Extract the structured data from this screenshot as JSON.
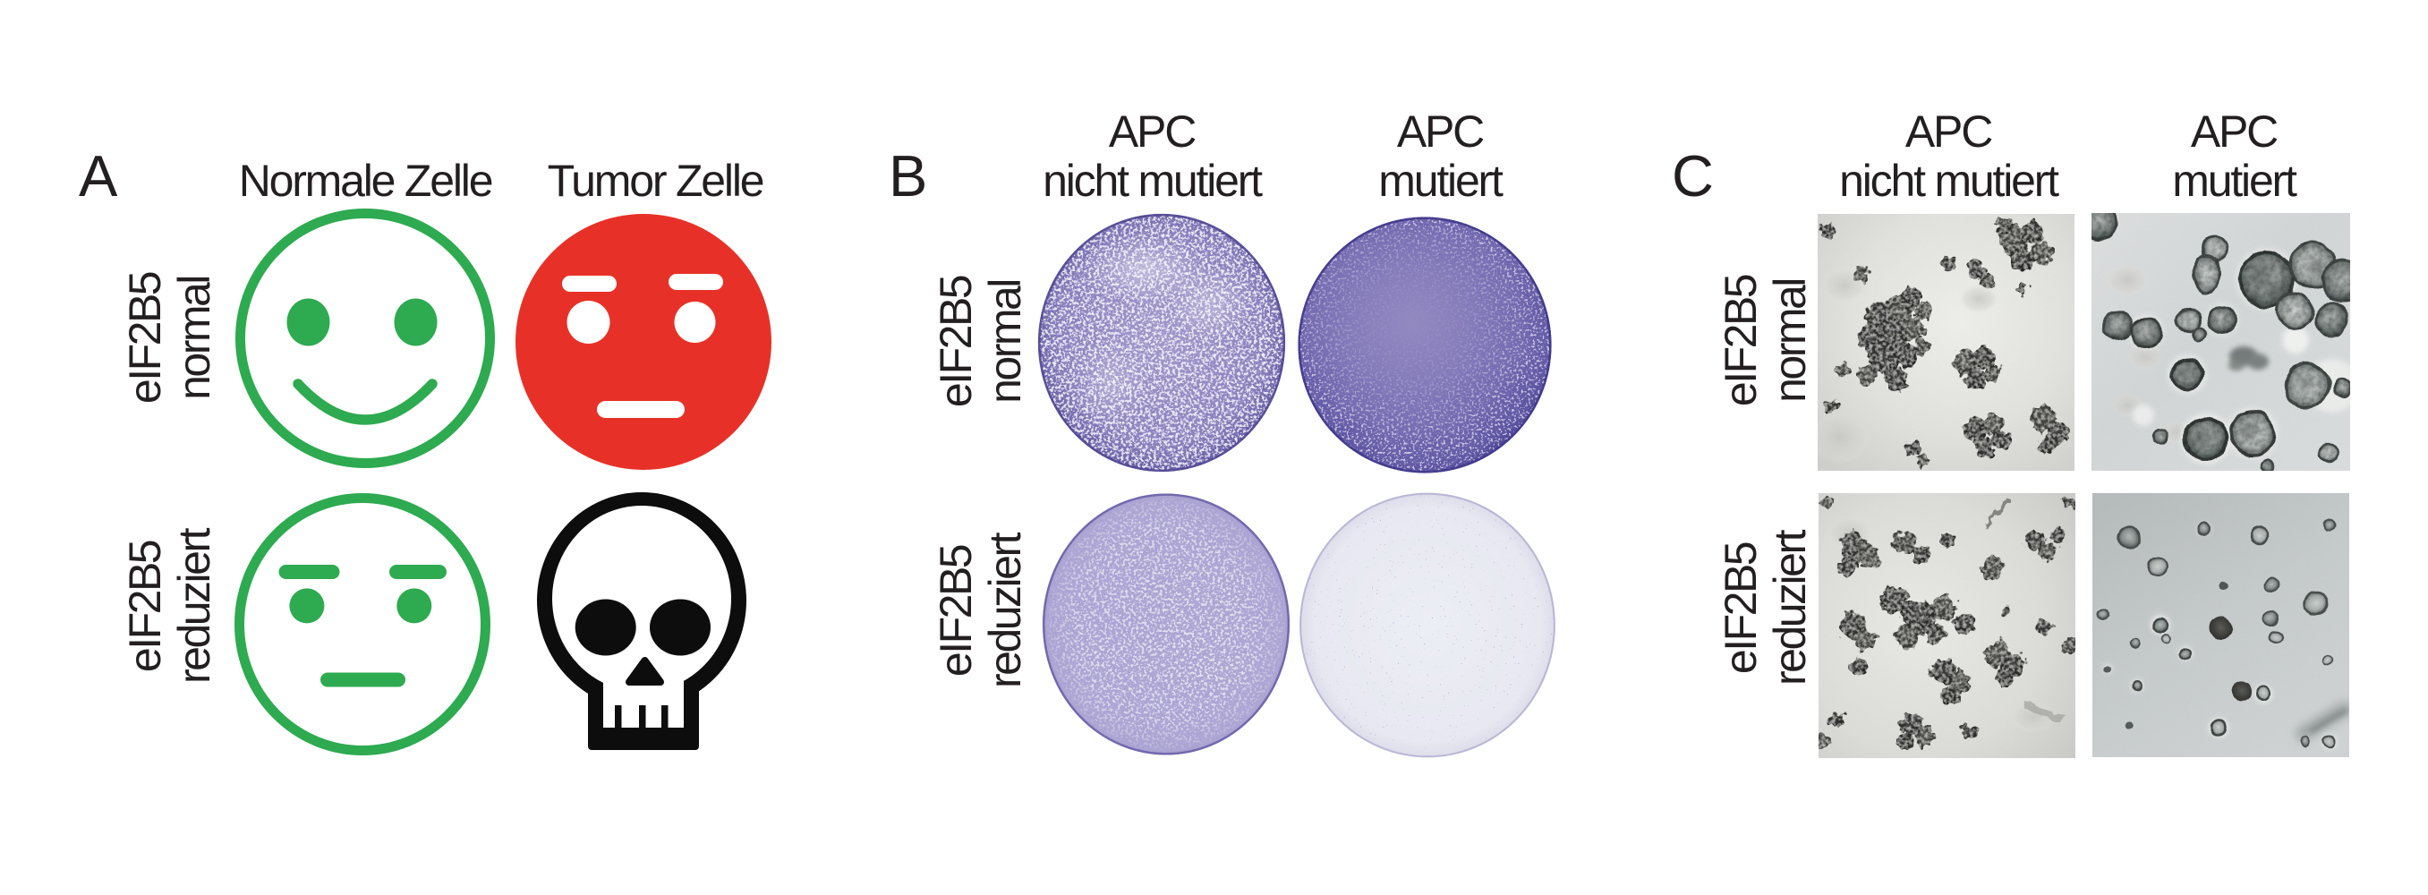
{
  "figure": {
    "background": "#ffffff",
    "text_color": "#231f20",
    "panel_a": {
      "letter": "A",
      "col_headers": [
        "Normale Zelle",
        "Tumor Zelle"
      ],
      "row_labels": [
        [
          "eIF2B5",
          "normal"
        ],
        [
          "eIF2B5",
          "reduziert"
        ]
      ],
      "cells": [
        {
          "row": "eIF2B5 normal",
          "col": "Normale Zelle",
          "icon": "smiley-happy-outline",
          "color": "#2eaa50"
        },
        {
          "row": "eIF2B5 normal",
          "col": "Tumor Zelle",
          "icon": "face-unamused-solid",
          "color": "#e73128"
        },
        {
          "row": "eIF2B5 reduziert",
          "col": "Normale Zelle",
          "icon": "smiley-neutral-outline",
          "color": "#2eaa50"
        },
        {
          "row": "eIF2B5 reduziert",
          "col": "Tumor Zelle",
          "icon": "skull-solid",
          "color": "#0d0d0d"
        }
      ]
    },
    "panel_b": {
      "letter": "B",
      "col_headers": [
        [
          "APC",
          "nicht mutiert"
        ],
        [
          "APC",
          "mutiert"
        ]
      ],
      "row_labels": [
        [
          "eIF2B5",
          "normal"
        ],
        [
          "eIF2B5",
          "reduziert"
        ]
      ],
      "plates": [
        {
          "row": "eIF2B5 normal",
          "col": "APC nicht mutiert",
          "staining": "dense speckled purple"
        },
        {
          "row": "eIF2B5 normal",
          "col": "APC mutiert",
          "staining": "confluent dark purple"
        },
        {
          "row": "eIF2B5 reduziert",
          "col": "APC nicht mutiert",
          "staining": "coarse speckled purple"
        },
        {
          "row": "eIF2B5 reduziert",
          "col": "APC mutiert",
          "staining": "very faint sparse colonies"
        }
      ],
      "stain_colors": {
        "purple": "#7b72b5",
        "light": "#e9e6f2",
        "dark_rim": "#4b4396"
      }
    },
    "panel_c": {
      "letter": "C",
      "col_headers": [
        [
          "APC",
          "nicht mutiert"
        ],
        [
          "APC",
          "mutiert"
        ]
      ],
      "row_labels": [
        [
          "eIF2B5",
          "normal"
        ],
        [
          "eIF2B5",
          "reduziert"
        ]
      ],
      "micrographs": [
        {
          "row": "eIF2B5 normal",
          "col": "APC nicht mutiert",
          "content": "many large dark organoid clusters"
        },
        {
          "row": "eIF2B5 normal",
          "col": "APC mutiert",
          "content": "large round cystic organoids"
        },
        {
          "row": "eIF2B5 reduziert",
          "col": "APC nicht mutiert",
          "content": "many small dark organoid clumps"
        },
        {
          "row": "eIF2B5 reduziert",
          "col": "APC mutiert",
          "content": "few sparse small organoids"
        }
      ]
    }
  }
}
